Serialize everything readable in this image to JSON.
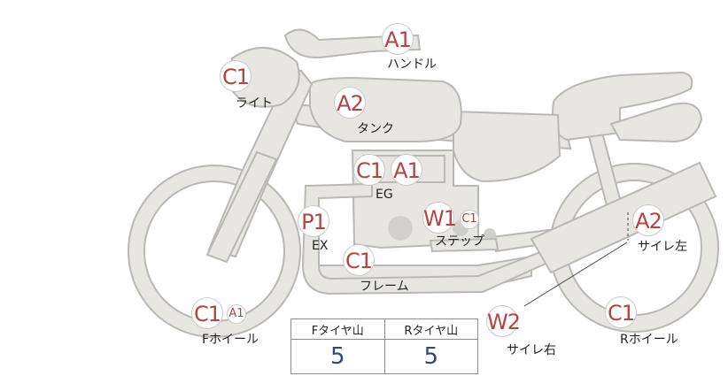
{
  "parts": {
    "handle": {
      "label": "ハンドル",
      "badges": [
        "A1"
      ]
    },
    "light": {
      "label": "ライト",
      "badges": [
        "C1"
      ]
    },
    "tank": {
      "label": "タンク",
      "badges": [
        "A2"
      ]
    },
    "engine": {
      "label": "EG",
      "badges": [
        "C1",
        "A1"
      ]
    },
    "exhaust": {
      "label": "EX",
      "badges": [
        "P1"
      ]
    },
    "step": {
      "label": "ステップ",
      "badges": [
        "W1",
        "C1"
      ]
    },
    "frame": {
      "label": "フレーム",
      "badges": [
        "C1"
      ]
    },
    "front_wheel": {
      "label": "Fホイール",
      "badges": [
        "C1",
        "A1"
      ]
    },
    "muffler_l": {
      "label": "サイレ左",
      "badges": [
        "A2"
      ]
    },
    "muffler_r": {
      "label": "サイレ右",
      "badges": [
        "W2"
      ]
    },
    "rear_wheel": {
      "label": "Rホイール",
      "badges": [
        "C1"
      ]
    }
  },
  "tread_table": {
    "headers": [
      "Fタイヤ山",
      "Rタイヤ山"
    ],
    "values": [
      "5",
      "5"
    ]
  },
  "colors": {
    "badge_text": "#b5433f",
    "value_text": "#2e4a7a",
    "part_fill": "#e7e6e3",
    "part_stroke": "#b9b8b4"
  }
}
